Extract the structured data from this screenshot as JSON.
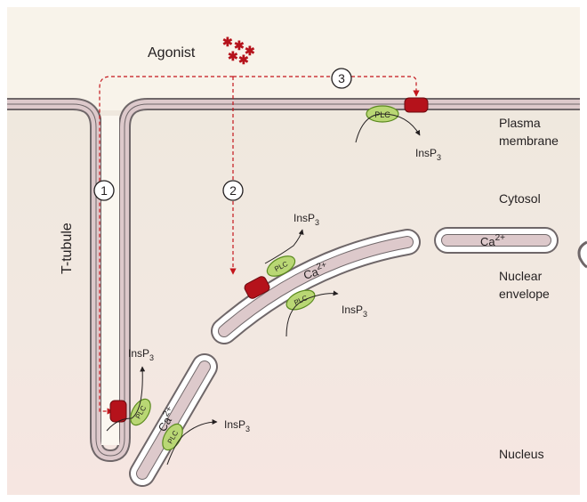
{
  "labels": {
    "agonist": "Agonist",
    "plasma_membrane_line1": "Plasma",
    "plasma_membrane_line2": "membrane",
    "cytosol": "Cytosol",
    "nuclear_envelope_line1": "Nuclear",
    "nuclear_envelope_line2": "envelope",
    "nucleus": "Nucleus",
    "t_tubule": "T-tubule"
  },
  "pathways": [
    {
      "number": "1"
    },
    {
      "number": "2"
    },
    {
      "number": "3"
    }
  ],
  "enzyme_label": "PLC",
  "product": {
    "base": "InsP",
    "subscript": "3"
  },
  "ion": {
    "base": "Ca",
    "superscript": "2+"
  },
  "colors": {
    "background_top": "#f8f3ea",
    "cytosol": "#f2ebe1",
    "nucleus": "#f6e9e4",
    "membrane_fill": "#ddc9cb",
    "membrane_stroke": "#6f6769",
    "receptor": "#b5121b",
    "plc_fill": "#b9d774",
    "plc_stroke": "#5b8a1f",
    "dashed_path": "#c4161c"
  }
}
